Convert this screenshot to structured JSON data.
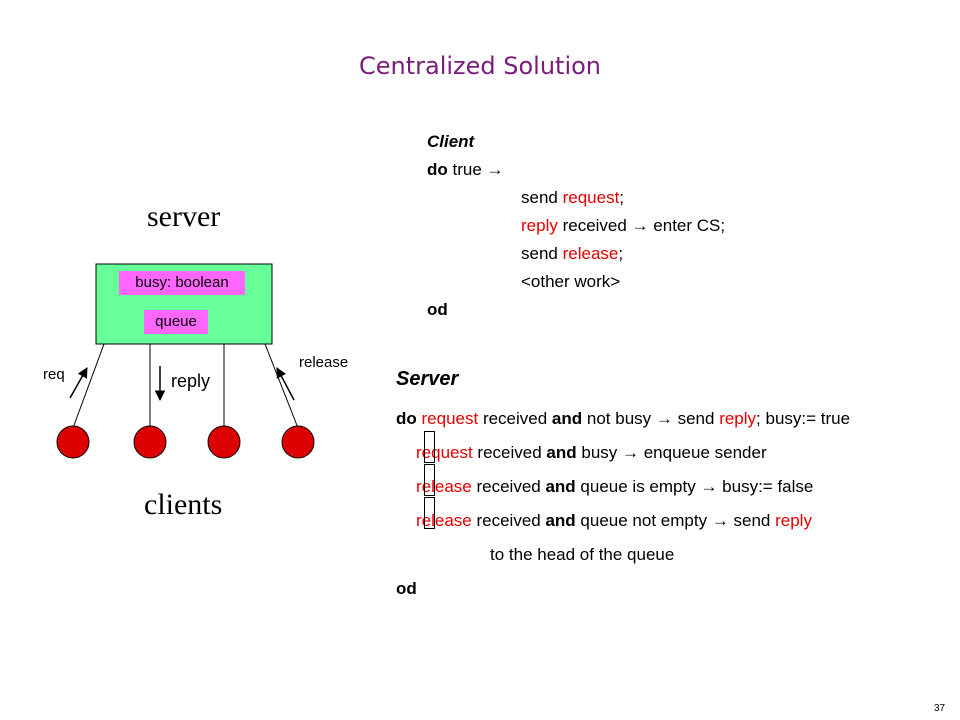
{
  "title": "Centralized Solution",
  "diagram": {
    "server_label": "server",
    "clients_label": "clients",
    "box_field1": "busy: boolean",
    "box_field2": "queue",
    "arrow_req": "req",
    "arrow_reply": "reply",
    "arrow_release": "release",
    "colors": {
      "server_box": "#66ff99",
      "field_bg": "#ff66ff",
      "client": "#dd0000",
      "title": "#7a1d7a"
    }
  },
  "client": {
    "heading": "Client",
    "l1_kw": "do",
    "l1_rest": "true",
    "l1_arrow": "→",
    "l2_a": "send ",
    "l2_b": "request",
    "l2_c": ";",
    "l3_a": "reply",
    "l3_b": " received ",
    "l3_arrow": "→",
    "l3_c": " enter CS;",
    "l4_a": "send ",
    "l4_b": "release",
    "l4_c": ";",
    "l5": "<other work>",
    "l6": "od"
  },
  "server": {
    "heading": "Server",
    "s1_kw": "do",
    "s1_a": "request",
    "s1_b": " received ",
    "s1_and": "and",
    "s1_c": " not busy ",
    "s1_arrow": "→",
    "s1_d": " send ",
    "s1_e": "reply",
    "s1_f": "; busy:= true",
    "s2_a": "request",
    "s2_b": " received ",
    "s2_and": "and",
    "s2_c": " busy ",
    "s2_arrow": "→",
    "s2_d": " enqueue sender",
    "s3_a": "release",
    "s3_b": " received ",
    "s3_and": "and",
    "s3_c": " queue is empty ",
    "s3_arrow": "→",
    "s3_d": " busy:= false",
    "s4_a": "release",
    "s4_b": " received ",
    "s4_and": "and",
    "s4_c": " queue not empty ",
    "s4_arrow": "→",
    "s4_d": " send ",
    "s4_e": "reply",
    "s5": "to the head of the queue",
    "s6": "od"
  },
  "page_number": "37"
}
